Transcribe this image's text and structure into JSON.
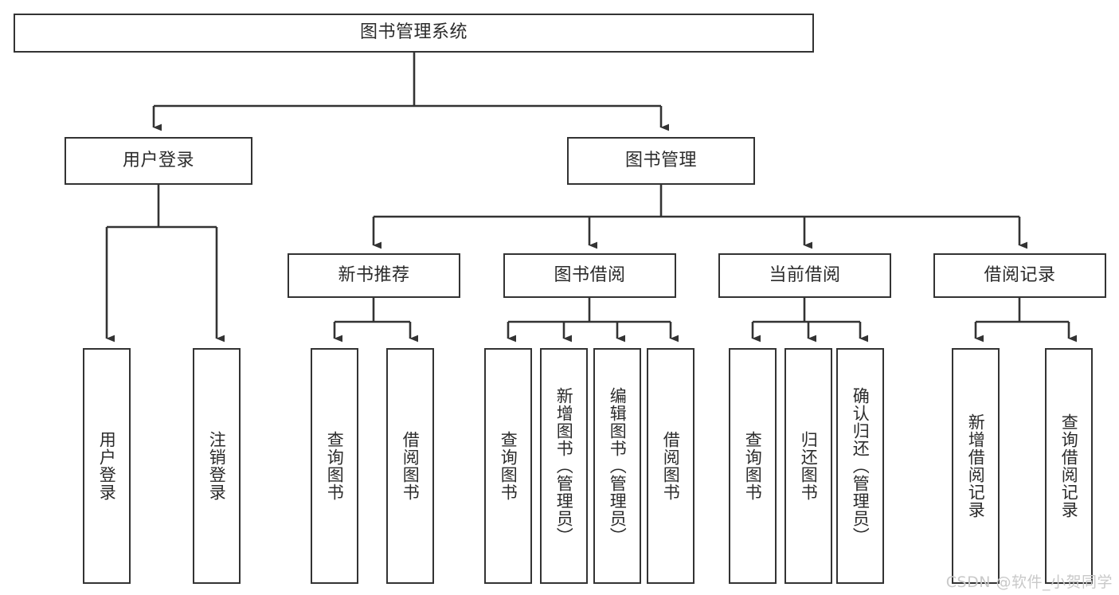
{
  "diagram": {
    "title": "图书管理系统",
    "type": "tree-hierarchy",
    "watermark": "CSDN @软件_小贺同学",
    "colors": {
      "stroke": "#333333",
      "fill": "#ffffff",
      "text": "#2b2b2b",
      "watermark": "#c9c9c9"
    },
    "levels": {
      "root": {
        "label": "图书管理系统"
      },
      "level2": [
        {
          "label": "用户登录"
        },
        {
          "label": "图书管理"
        }
      ],
      "level3": [
        {
          "label": "新书推荐"
        },
        {
          "label": "图书借阅"
        },
        {
          "label": "当前借阅"
        },
        {
          "label": "借阅记录"
        }
      ],
      "leaves": {
        "user_login": [
          {
            "label": "用户登录"
          },
          {
            "label": "注销登录"
          }
        ],
        "new_book": [
          {
            "label": "查询图书"
          },
          {
            "label": "借阅图书"
          }
        ],
        "book_borrow": [
          {
            "label": "查询图书"
          },
          {
            "label": "新增图书（管理员）"
          },
          {
            "label": "编辑图书（管理员）"
          },
          {
            "label": "借阅图书"
          }
        ],
        "current_borrow": [
          {
            "label": "查询图书"
          },
          {
            "label": "归还图书"
          },
          {
            "label": "确认归还（管理员）"
          }
        ],
        "borrow_record": [
          {
            "label": "新增借阅记录"
          },
          {
            "label": "查询借阅记录"
          }
        ]
      }
    }
  }
}
